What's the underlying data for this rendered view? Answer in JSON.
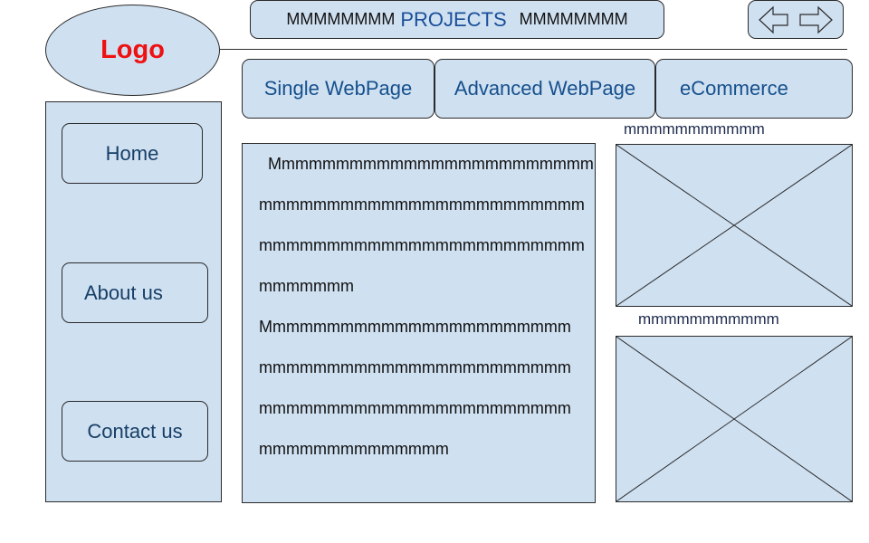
{
  "logo": {
    "text": "Logo",
    "color": "#ee1111"
  },
  "header": {
    "title_left": "MMMMMMMM",
    "title": "PROJECTS",
    "title_right": "MMMMMMMM"
  },
  "nav": {
    "back_icon": "arrow-left-icon",
    "forward_icon": "arrow-right-icon"
  },
  "tabs": [
    {
      "label": "Single WebPage"
    },
    {
      "label": "Advanced WebPage"
    },
    {
      "label": "eCommerce"
    }
  ],
  "sidebar": {
    "items": [
      {
        "label": "Home"
      },
      {
        "label": "About us"
      },
      {
        "label": "Contact us"
      }
    ]
  },
  "content": {
    "lines": [
      "Mmmmmmmmmmmmmmmmmmmmmmmm",
      "mmmmmmmmmmmmmmmmmmmmmmmm",
      "mmmmmmmmmmmmmmmmmmmmmmmm",
      "mmmmmmm",
      "Mmmmmmmmmmmmmmmmmmmmmmm",
      "mmmmmmmmmmmmmmmmmmmmmmm",
      "mmmmmmmmmmmmmmmmmmmmmmm",
      "mmmmmmmmmmmmmm"
    ]
  },
  "images": [
    {
      "caption": "mmmmmmmmmmm"
    },
    {
      "caption": "mmmmmmmmmmm"
    }
  ],
  "colors": {
    "panel": "#cfe0f1",
    "accent": "#1a4f99",
    "border": "#2b2b2b"
  }
}
